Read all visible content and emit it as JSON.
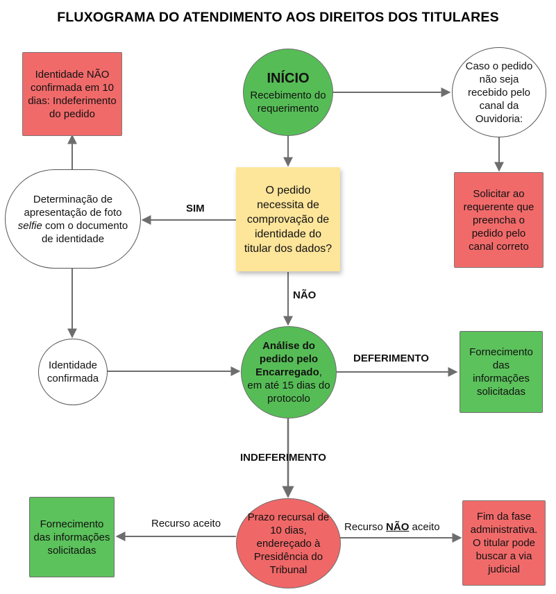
{
  "title": "FLUXOGRAMA  DO ATENDIMENTO AOS DIREITOS DOS TITULARES",
  "nodes": {
    "start": {
      "heading": "INÍCIO",
      "text": "Recebimento do requerimento"
    },
    "identity_not_confirmed": {
      "text": "Identidade NÃO confirmada em 10 dias: Indeferimento do pedido"
    },
    "wrong_channel": {
      "text": "Caso o pedido não seja recebido pelo canal da Ouvidoria:"
    },
    "ask_correct_channel": {
      "text": "Solicitar ao requerente que preencha o pedido pelo canal correto"
    },
    "decision": {
      "text": "O pedido necessita de comprovação de identidade do titular dos dados?"
    },
    "selfie_request": {
      "line1": "Determinação de apresentação de foto",
      "italic": "selfie",
      "line2": "com o documento de identidade"
    },
    "identity_confirmed": {
      "text": "Identidade confirmada"
    },
    "analysis": {
      "bold": "Análise do pedido pelo Encarregado",
      "text": ", em até 15 dias do protocolo"
    },
    "provide_info_right": {
      "text": "Fornecimento das informações solicitadas"
    },
    "appeal": {
      "text": "Prazo recursal de 10 dias, endereçado à Presidência do Tribunal"
    },
    "provide_info_left": {
      "text": "Fornecimento das informações solicitadas"
    },
    "admin_end": {
      "text": "Fim da fase administrativa. O titular pode buscar a via judicial"
    }
  },
  "edge_labels": {
    "sim": "SIM",
    "nao": "NÃO",
    "deferimento": "DEFERIMENTO",
    "indeferimento": "INDEFERIMENTO",
    "appeal_accepted": "Recurso aceito",
    "appeal_rejected_prefix": "Recurso ",
    "appeal_rejected_nao": "NÃO",
    "appeal_rejected_suffix": " aceito"
  },
  "colors": {
    "red": "#f16a6a",
    "green": "#5cc25c",
    "yellow": "#fde59a",
    "arrow": "#6d6d6d"
  }
}
